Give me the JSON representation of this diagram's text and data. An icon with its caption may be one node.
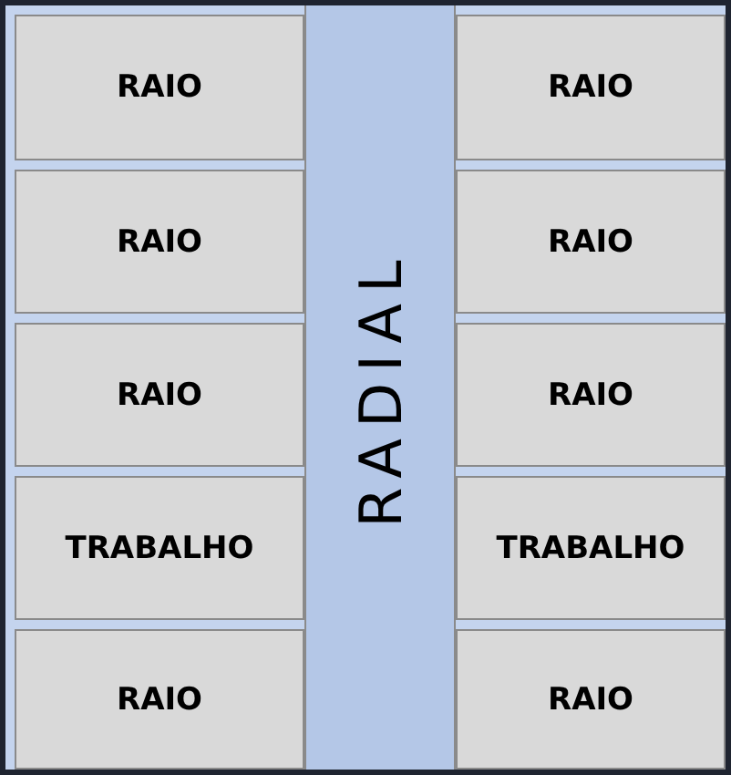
{
  "diagram": {
    "nodes": [
      {
        "text": [
          "RAIO"
        ]
      },
      {
        "text": [
          "RADIAL"
        ]
      },
      {
        "text": [
          "RAIO"
        ]
      },
      {
        "text": [
          "RAIO"
        ]
      },
      {
        "text": [
          "RAIO"
        ]
      },
      {
        "text": [
          "RAIO"
        ]
      },
      {
        "text": [
          "RAIO"
        ]
      },
      {
        "text": [
          "TRABALHO"
        ]
      },
      {
        "text": [
          "TRABALHO"
        ]
      },
      {
        "text": [
          "RAIO"
        ]
      },
      {
        "text": [
          "RAIO"
        ]
      }
    ]
  }
}
